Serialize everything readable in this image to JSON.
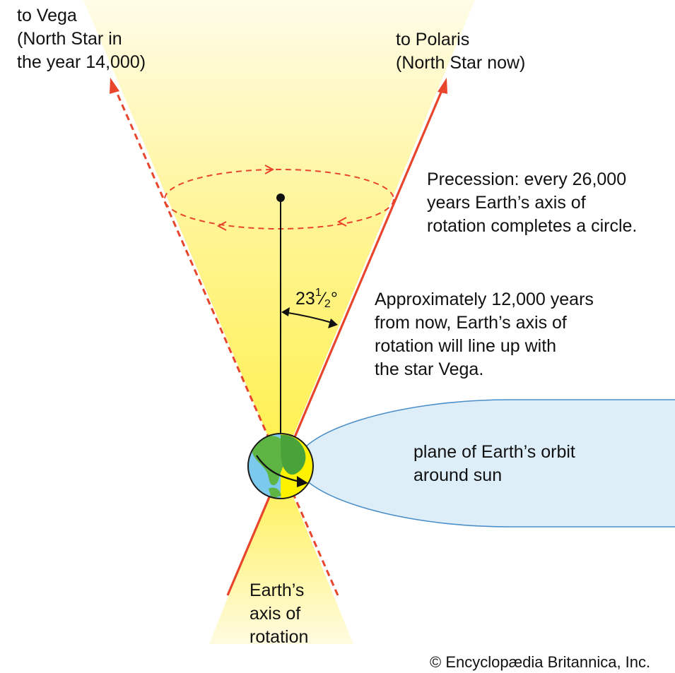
{
  "labels": {
    "vega": [
      "to Vega",
      "(North Star in",
      "the year 14,000)"
    ],
    "polaris": [
      "to Polaris",
      "(North Star now)"
    ],
    "precession": [
      "Precession: every 26,000",
      "years Earth’s axis of",
      "rotation completes a circle."
    ],
    "approximately": [
      "Approximately 12,000 years",
      "from now, Earth’s axis of",
      "rotation will line up with",
      "the star Vega."
    ],
    "orbit_plane": [
      "plane of Earth’s orbit",
      "around sun"
    ],
    "axis": [
      "Earth’s",
      "axis of",
      "rotation"
    ],
    "angle": {
      "whole": "23",
      "num": "1",
      "slash": "⁄",
      "den": "2",
      "deg": "°"
    },
    "copyright": "© Encyclopædia Britannica, Inc."
  },
  "colors": {
    "cone_yellow": "#fff176",
    "axis_red": "#e8452c",
    "orbit_blue": "#ddeef9",
    "orbit_outline": "#4a8ec9",
    "earth_ocean": "#7cc9ee",
    "earth_land": "#5fb544",
    "earth_sunlit": "#fff200"
  },
  "icons": {
    "earth": "earth-globe-icon",
    "arrowheads": "arrowhead-icon"
  }
}
